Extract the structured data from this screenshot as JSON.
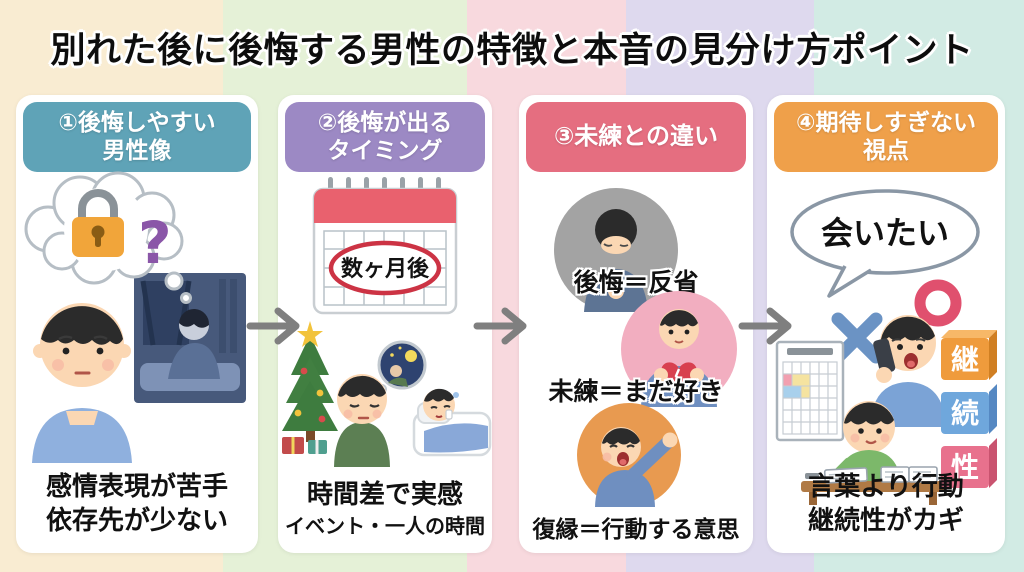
{
  "title": "別れた後に後悔する男性の特徴と本音の見分け方ポイント",
  "background_stripes": [
    "#f9ecd2",
    "#e5f1d7",
    "#f8d9de",
    "#ded9ee",
    "#d2ebe4"
  ],
  "arrow_color": "#7f7f7f",
  "columns": [
    {
      "header_line1": "①後悔しやすい",
      "header_line2": "男性像",
      "header_color": "#5fa3b7",
      "caption_line1": "感情表現が苦手",
      "caption_line2": "依存先が少ない"
    },
    {
      "header_line1": "②後悔が出る",
      "header_line2": "タイミング",
      "header_color": "#9c89c4",
      "calendar_label": "数ヶ月後",
      "caption_line1": "時間差で実感",
      "caption_line2": "イベント・一人の時間"
    },
    {
      "header_line1": "③未練との違い",
      "header_color": "#e56e80",
      "label_regret": "後悔＝反省",
      "label_lingering": "未練＝まだ好き",
      "label_reunion": "復縁＝行動する意思"
    },
    {
      "header_line1": "④期待しすぎない",
      "header_line2": "視点",
      "header_color": "#efa04a",
      "speech_bubble": "会いたい",
      "blocks": [
        "継",
        "続",
        "性"
      ],
      "block_colors": [
        "#ef9b3c",
        "#6fa7dc",
        "#e8718d"
      ],
      "caption_line1": "言葉より行動",
      "caption_line2": "継続性がカギ"
    }
  ]
}
